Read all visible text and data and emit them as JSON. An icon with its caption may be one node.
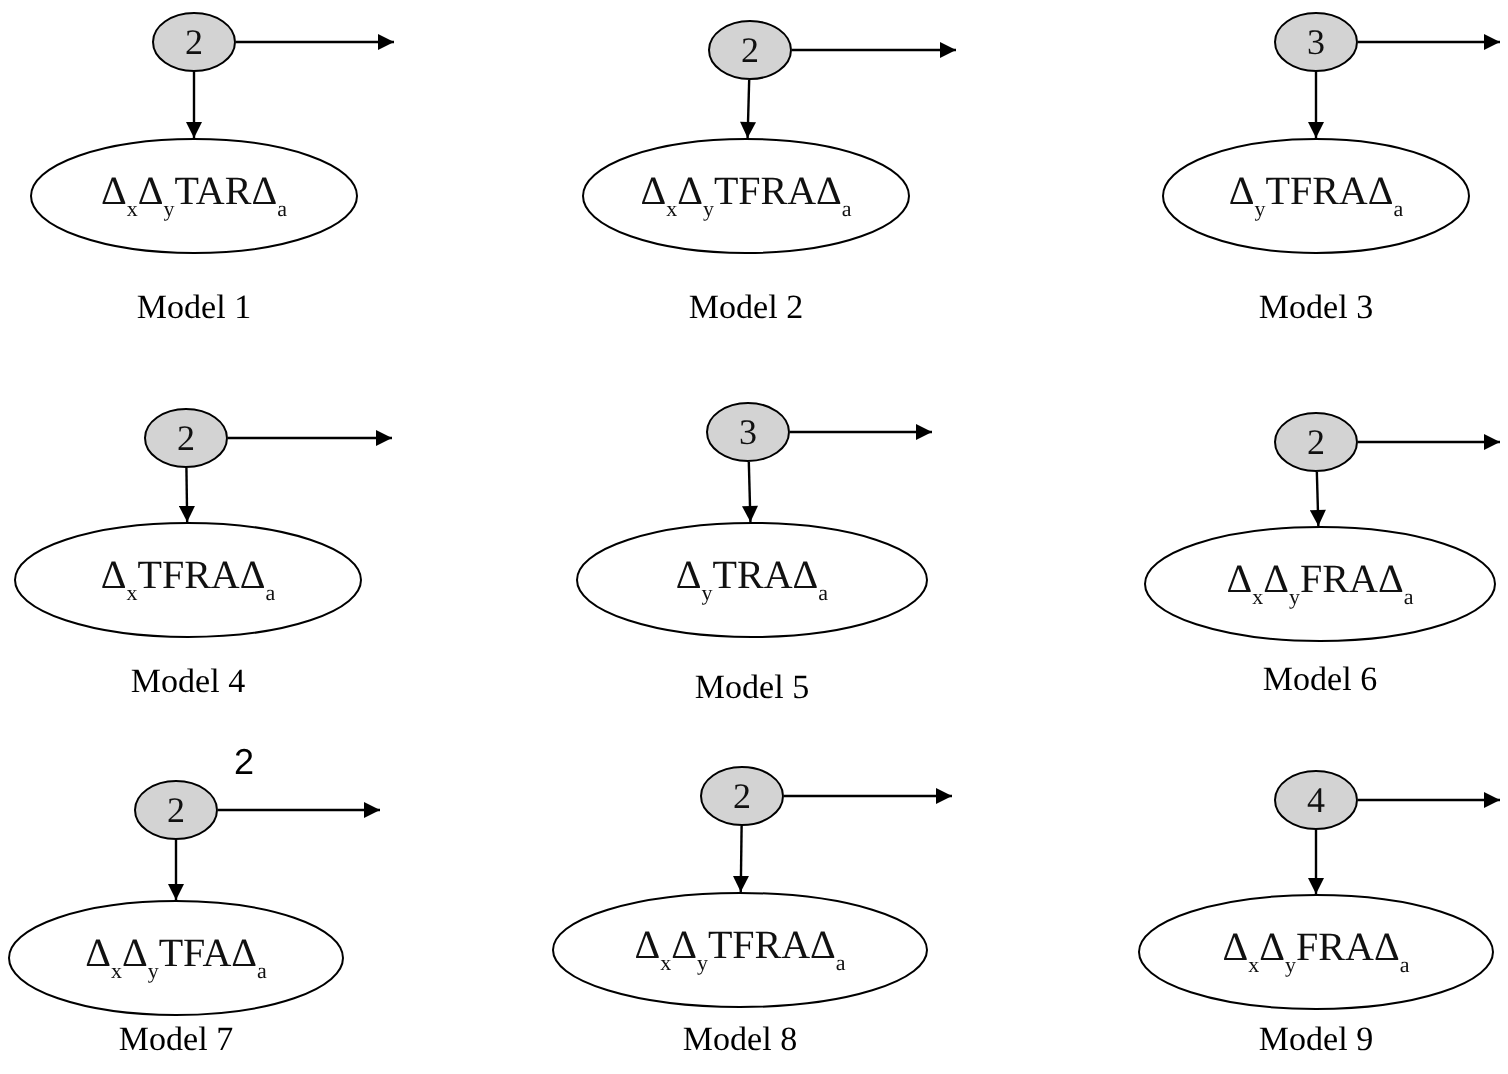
{
  "diagram": {
    "nodes": [
      {
        "text": [
          "2"
        ]
      },
      {
        "text": [
          "Δ$_{x}$Δ$_{y}$TARΔ$_{a}$"
        ],
        "beside": [
          "Model 1"
        ]
      },
      {
        "text": [
          "2"
        ]
      },
      {
        "text": [
          "Δ$_{x}$Δ$_{y}$TFRAΔ$_{a}$"
        ],
        "beside": [
          "Model 2"
        ]
      },
      {
        "text": [
          "3"
        ]
      },
      {
        "text": [
          "Δ$_{y}$TFRAΔ$_{a}$"
        ],
        "beside": [
          "Model 3"
        ]
      },
      {
        "text": [
          "2"
        ]
      },
      {
        "text": [
          "Δ$_{x}$TFRAΔ$_{a}$"
        ],
        "beside": [
          "Model 4"
        ]
      },
      {
        "text": [
          "3"
        ]
      },
      {
        "text": [
          "Δ$_{y}$TRAΔ$_{a}$"
        ],
        "beside": [
          "Model 5"
        ]
      },
      {
        "text": [
          "2"
        ]
      },
      {
        "text": [
          "Δ$_{x}$Δ$_{y}$FRAΔ$_{a}$"
        ],
        "beside": [
          "Model 6"
        ]
      },
      {
        "text": [
          "2"
        ]
      },
      {
        "text": [
          "Δ$_{x}$Δ$_{y}$TFAΔ$_{a}$"
        ],
        "beside": [
          "Model 7"
        ]
      },
      {
        "text": [
          "2"
        ]
      },
      {
        "text": [
          "Δ$_{x}$Δ$_{y}$TFRAΔ$_{a}$"
        ],
        "beside": [
          "Model 8"
        ]
      },
      {
        "text": [
          "4"
        ]
      },
      {
        "text": [
          "Δ$_{x}$Δ$_{y}$FRAΔ$_{a}$"
        ],
        "beside": [
          "Model 9"
        ]
      }
    ],
    "edges": [
      {
        "from": 0,
        "to": 1,
        "arrow": "to"
      },
      {
        "from": 0,
        "to": null,
        "arrow": "to"
      },
      {
        "from": 2,
        "to": 3,
        "arrow": "to"
      },
      {
        "from": 2,
        "to": null,
        "arrow": "to"
      },
      {
        "from": 4,
        "to": 5,
        "arrow": "to"
      },
      {
        "from": 4,
        "to": null,
        "arrow": "to"
      },
      {
        "from": 6,
        "to": 7,
        "arrow": "to"
      },
      {
        "from": 6,
        "to": null,
        "arrow": "to"
      },
      {
        "from": 8,
        "to": 9,
        "arrow": "to"
      },
      {
        "from": 8,
        "to": null,
        "arrow": "to"
      },
      {
        "from": 10,
        "to": 11,
        "arrow": "to"
      },
      {
        "from": 10,
        "to": null,
        "arrow": "to"
      },
      {
        "from": 12,
        "to": 13,
        "arrow": "to"
      },
      {
        "from": 12,
        "to": null,
        "arrow": "to",
        "label": "2"
      },
      {
        "from": 14,
        "to": 15,
        "arrow": "to"
      },
      {
        "from": 14,
        "to": null,
        "arrow": "to"
      },
      {
        "from": 16,
        "to": 17,
        "arrow": "to"
      },
      {
        "from": 16,
        "to": null,
        "arrow": "to"
      }
    ]
  }
}
